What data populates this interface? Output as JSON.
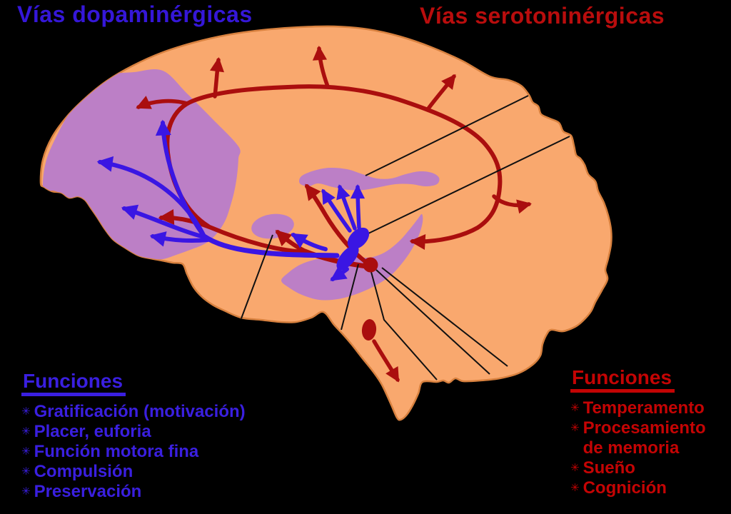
{
  "titles": {
    "left": "Vías dopaminérgicas",
    "right": "Vías serotoninérgicas"
  },
  "legend_left": {
    "heading": "Funciones",
    "bullet": "✳",
    "items": [
      "Gratificación (motivación)",
      "Placer, euforia",
      "Función motora fina",
      "Compulsión",
      "Preservación"
    ]
  },
  "legend_right": {
    "heading": "Funciones",
    "bullet": "✳",
    "items": [
      "Temperamento",
      "Procesamiento\nde memoria",
      "Sueño",
      "Cognición"
    ]
  },
  "colors": {
    "background": "#000000",
    "brain_fill": "#F9A86E",
    "brain_outline": "#D8813F",
    "limbic_region": "#BC7FC6",
    "dopamine_blue": "#3A16E3",
    "serotonin_red": "#AA0E0E",
    "text_blue": "#3517D8",
    "text_red": "#C40404",
    "leader_line": "#111111"
  },
  "diagram": {
    "description": "Sagittal brain showing dopaminergic (blue) and serotonergic (red) pathways with unlabeled black leader lines to structures"
  }
}
